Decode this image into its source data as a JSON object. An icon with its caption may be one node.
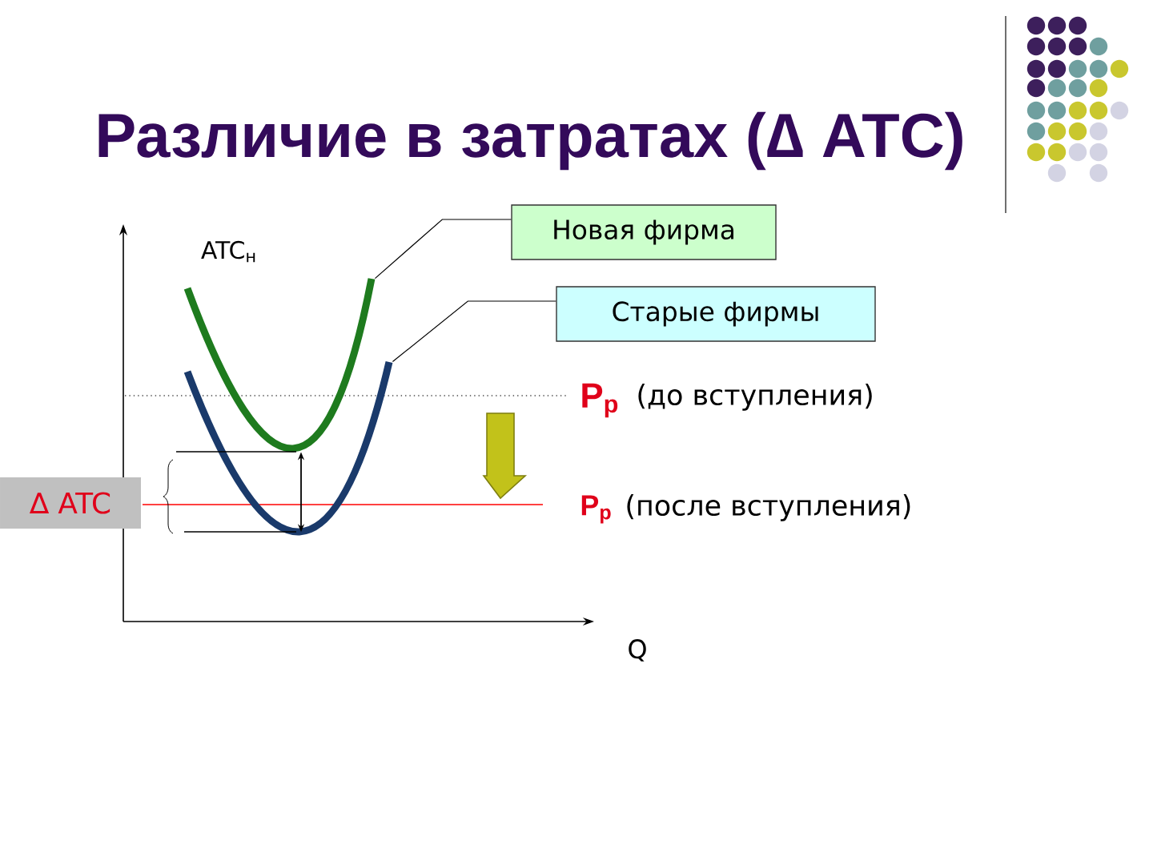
{
  "diagram": {
    "title": "Различие в затратах (∆ ATC)",
    "nodes": [
      {
        "text": [
          "Новая фирма"
        ]
      },
      {
        "text": [
          "Старые фирмы"
        ]
      },
      {
        "text": [],
        "shape": "curve",
        "beside": [
          "ATC$_{н}$"
        ]
      },
      {
        "text": [],
        "shape": "curve"
      },
      {
        "text": [
          "∆ ATC"
        ]
      }
    ],
    "edges": [
      {
        "from": 0,
        "to": 2,
        "arrow": "none"
      },
      {
        "from": 1,
        "to": 3,
        "arrow": "none"
      },
      {
        "from": 2,
        "to": 3,
        "arrow": "both"
      }
    ],
    "labels": [
      "P$_{p}$",
      "(до вступления)",
      "P$_{p}$",
      "(после вступления)",
      "Q"
    ]
  }
}
